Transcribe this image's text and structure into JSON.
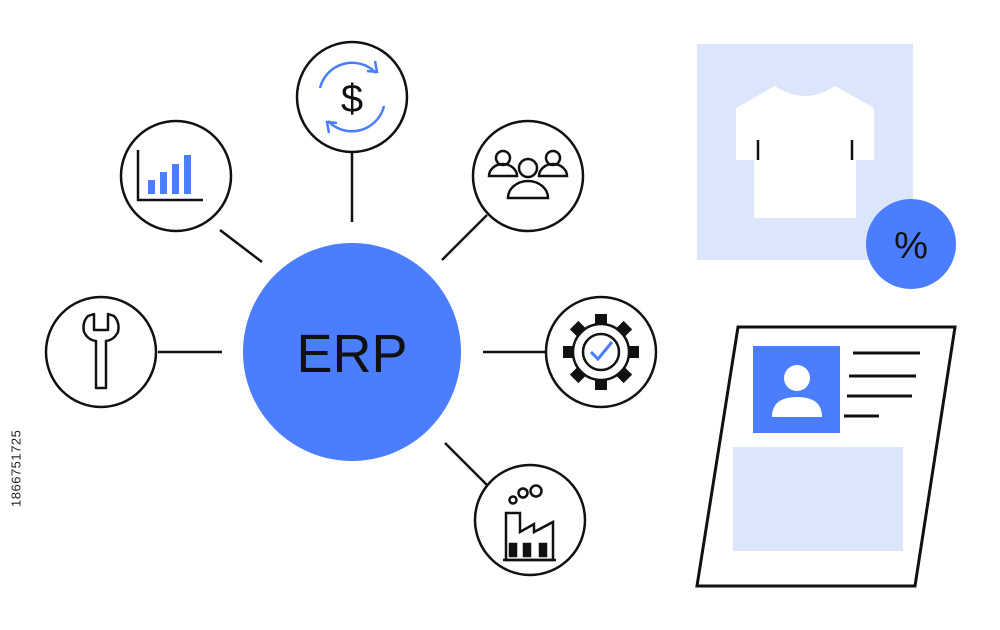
{
  "hub": {
    "label": "ERP"
  },
  "satellites": [
    {
      "id": "analytics",
      "icon": "bar-chart-icon"
    },
    {
      "id": "finance",
      "icon": "dollar-exchange-icon"
    },
    {
      "id": "team",
      "icon": "people-group-icon"
    },
    {
      "id": "tools",
      "icon": "wrench-icon"
    },
    {
      "id": "settings",
      "icon": "gear-check-icon"
    },
    {
      "id": "manufacturing",
      "icon": "factory-icon"
    }
  ],
  "product_card": {
    "icon": "tshirt-icon",
    "badge_text": "%"
  },
  "profile_card": {
    "icon": "user-avatar-icon"
  },
  "watermark": {
    "stock_id": "1866751725"
  },
  "colors": {
    "accent": "#4a7dff",
    "accent_light": "#dbe6fb",
    "stroke": "#111111",
    "background": "#ffffff"
  }
}
